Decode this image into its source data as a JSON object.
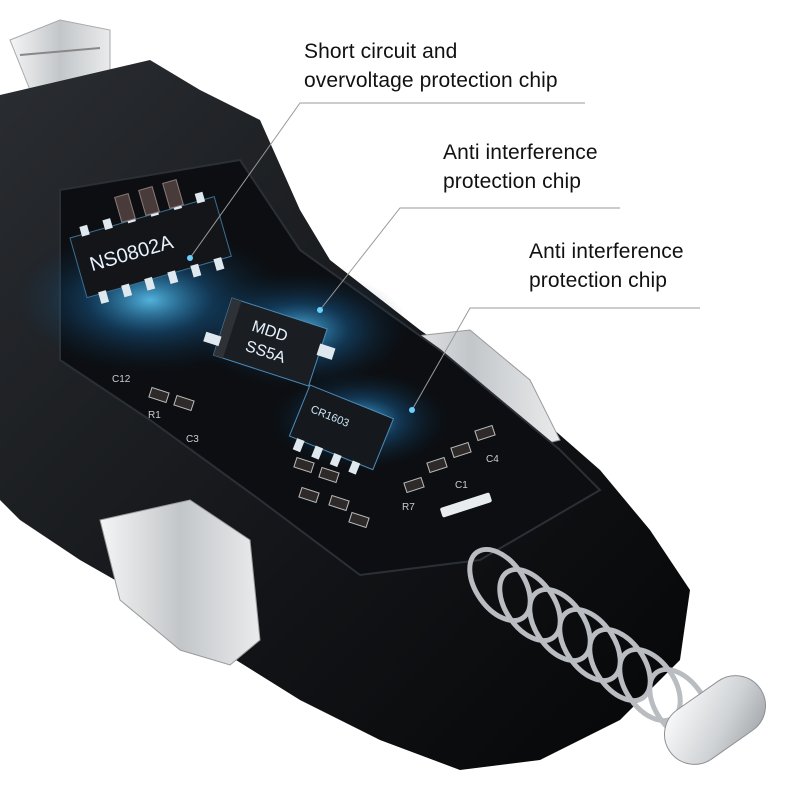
{
  "callouts": [
    {
      "line1": "Short circuit and",
      "line2": "overvoltage protection chip"
    },
    {
      "line1": "Anti interference",
      "line2": "protection chip"
    },
    {
      "line1": "Anti interference",
      "line2": "protection chip"
    }
  ],
  "chip_markings": {
    "main_chip": "NS0802A",
    "diode_line1": "MDD",
    "diode_line2": "SS5A",
    "small_chip": "CR1603",
    "label_c12": "C12",
    "label_r7": "R7",
    "label_c1": "C1",
    "label_c4": "C4",
    "label_c3": "C3",
    "label_r1": "R1"
  },
  "colors": {
    "background": "#ffffff",
    "housing": "#15171a",
    "board": "#0c0e11",
    "glow": "#33b8ff",
    "pin": "#dfe8ee",
    "silver": "#d5d7d9",
    "leader_line": "#9a9a9a"
  }
}
